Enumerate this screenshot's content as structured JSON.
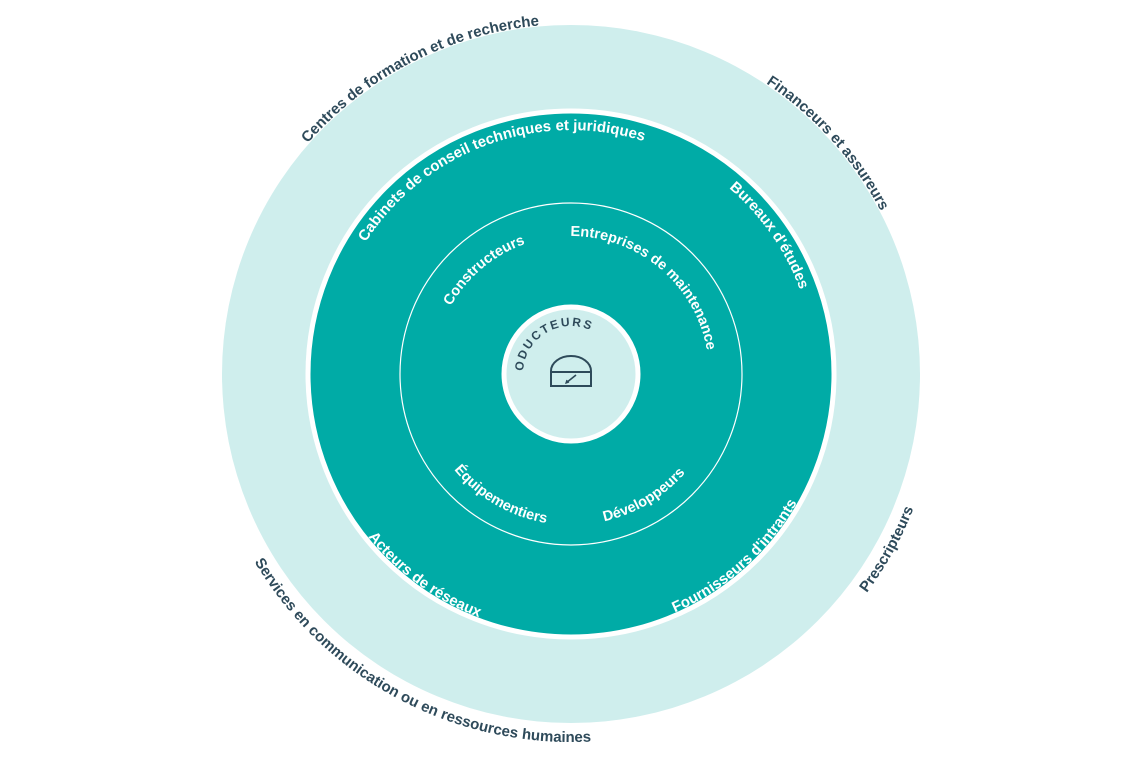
{
  "colors": {
    "outer_ring": "#cfeeed",
    "main_ring": "#00aba6",
    "center_disc": "#cfeeed",
    "ring_stroke": "#ffffff",
    "dark_text": "#2e4a5a",
    "light_text": "#ffffff"
  },
  "center": {
    "label": "PRODUCTEURS",
    "icon": "farm-building-icon"
  },
  "inner_ring": {
    "labels": {
      "maintenance": "Entreprises de maintenance",
      "constructeurs": "Constructeurs",
      "equipementiers": "Équipementiers",
      "developpeurs": "Développeurs"
    }
  },
  "middle_ring": {
    "labels": {
      "cabinets": "Cabinets de conseil techniques et juridiques",
      "bureaux": "Bureaux d'études",
      "acteurs": "Acteurs de réseaux",
      "fournisseurs": "Fournisseurs d'intrants"
    }
  },
  "outer_ring": {
    "labels": {
      "centres": "Centres de formation et de recherche",
      "financeurs": "Financeurs et assureurs",
      "services": "Services en communication ou en ressources humaines",
      "prescripteurs": "Prescripteurs"
    }
  }
}
